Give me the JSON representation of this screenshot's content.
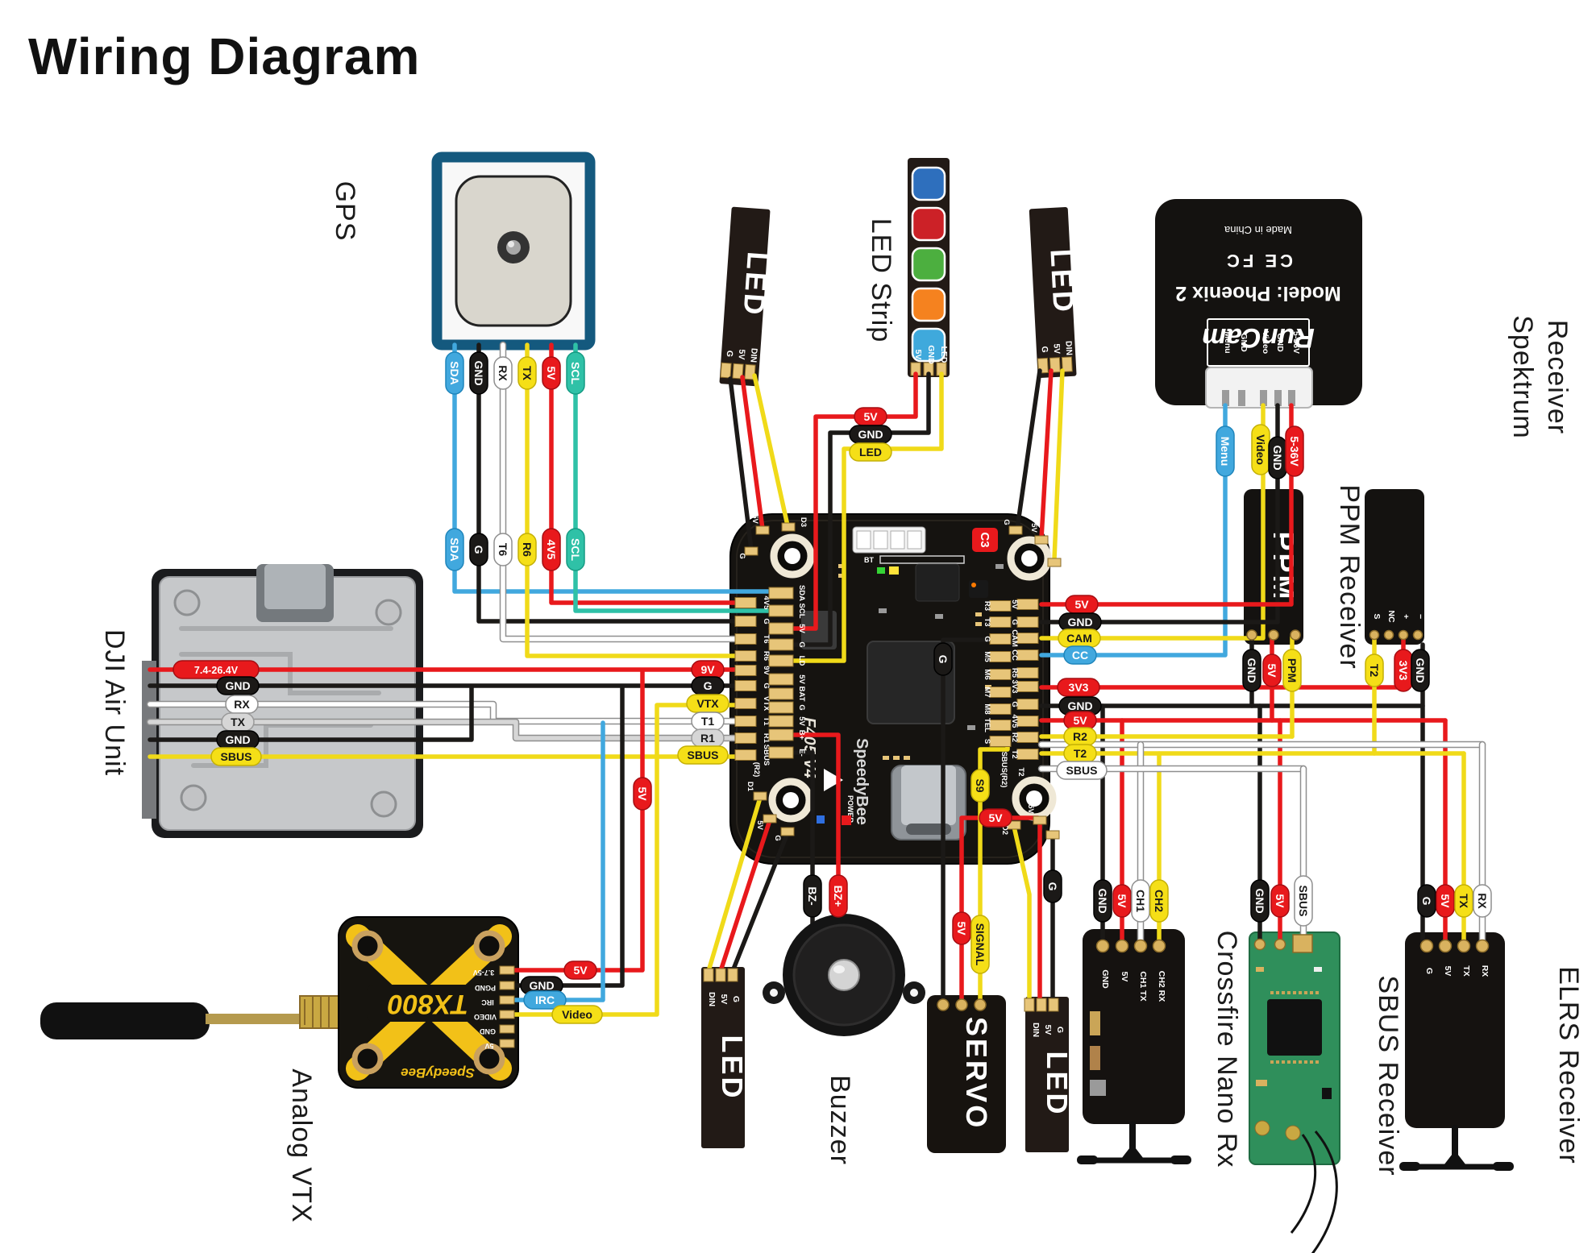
{
  "title": "Wiring Diagram",
  "colors": {
    "red": "#e8191c",
    "black": "#1b1917",
    "yellow": "#f5df17",
    "white": "#ffffff",
    "gray": "#d6d6d6",
    "blue": "#41a8de",
    "teal": "#2fc1a7",
    "board": "#151310",
    "pad_gold": "#e7c579"
  },
  "components": {
    "gps": {
      "label": "GPS",
      "wire_pins": [
        "SDA",
        "GND",
        "RX",
        "TX",
        "5V",
        "SCL"
      ],
      "wire_mid": [
        "SDA",
        "G",
        "T6",
        "R6",
        "4V5",
        "SCL"
      ]
    },
    "led_tl": {
      "label": "LED",
      "pins": [
        "G",
        "5V",
        "DIN"
      ]
    },
    "led_strip": {
      "label": "LED Strip",
      "pins": [
        "5V",
        "GND",
        "LED"
      ],
      "wire": [
        "5V",
        "GND",
        "LED"
      ],
      "colors": [
        "#2e6fbd",
        "#cc2127",
        "#4caf3f",
        "#f5821f",
        "#3fa9dc"
      ]
    },
    "led_tr": {
      "label": "LED",
      "pins": [
        "G",
        "5V",
        "DIN"
      ]
    },
    "camera": {
      "brand": "RunCam",
      "model": "Model: Phoenix 2",
      "cert": "CE FC",
      "origin": "Made in China",
      "pins": [
        "Menu",
        "GND",
        "Video",
        "GND",
        "5-36V"
      ],
      "wire": [
        "Menu",
        "Video",
        "GND",
        "5-36V"
      ]
    },
    "spektrum": {
      "label_1": "Spektrum",
      "label_2": "Receiver",
      "pins": [
        "S",
        "NC",
        "+",
        "−"
      ],
      "wire": [
        "T2",
        "3V3",
        "GND"
      ]
    },
    "ppm": {
      "label": "PPM Receiver",
      "name": "PPM",
      "wire": [
        "GND",
        "5V",
        "PPM"
      ]
    },
    "dji": {
      "label": "DJI Air Unit",
      "wire": [
        "7.4-26.4V",
        "GND",
        "RX",
        "TX",
        "GND",
        "SBUS"
      ]
    },
    "vtx": {
      "label": "Analog VTX",
      "brand": "SpeedyBee",
      "model": "TX800",
      "pins": [
        "3.7-5V",
        "PGND",
        "IRC",
        "VIDEO",
        "GND",
        "5V"
      ],
      "wire": [
        "5V",
        "GND",
        "IRC",
        "Video"
      ],
      "riser": "5V"
    },
    "buzzer": {
      "label": "Buzzer",
      "wire": [
        "BZ-",
        "BZ+"
      ]
    },
    "led_bl": {
      "label": "LED",
      "pins": [
        "DIN",
        "5V",
        "G"
      ]
    },
    "servo": {
      "label": "SERVO",
      "wire": [
        "G",
        "5V",
        "SIGNAL"
      ],
      "s9": "S9"
    },
    "led_br": {
      "label": "LED",
      "pins": [
        "DIN",
        "5V",
        "G"
      ],
      "g_pill": "G"
    },
    "crossfire": {
      "label": "Crossfire Nano Rx",
      "pins": [
        "GND",
        "5V",
        "CH1 TX",
        "CH2 RX"
      ],
      "wire": [
        "GND",
        "5V",
        "CH1",
        "CH2"
      ]
    },
    "sbus_rx": {
      "label": "SBUS Receiver",
      "wire": [
        "GND",
        "5V",
        "SBUS"
      ]
    },
    "elrs": {
      "label": "ELRS Receiver",
      "pins": [
        "G",
        "5V",
        "TX",
        "RX"
      ],
      "wire": [
        "G",
        "5V",
        "TX",
        "RX"
      ]
    }
  },
  "fc": {
    "left_outer": [
      "4V5",
      "G",
      "T6",
      "R6",
      "9V",
      "G",
      "VTX",
      "T1",
      "R1",
      "SBUS",
      "(R2)"
    ],
    "left_inner": [
      "SDA",
      "SCL",
      "5V",
      "G",
      "LD",
      "5V",
      "BAT",
      "G",
      "5V",
      "B+",
      "E-"
    ],
    "right_outer": [
      "5V",
      "G",
      "CAM",
      "CC",
      "R5",
      "3V3",
      "G",
      "4V5",
      "R2",
      "T2"
    ],
    "right_inner": [
      "R3",
      "T3",
      "G",
      "M5",
      "M6",
      "M7",
      "M8",
      "TEL",
      "S"
    ],
    "br_pads": [
      "SBUS(R2)",
      "T2"
    ],
    "corner_tl": [
      "G",
      "5V",
      "D3"
    ],
    "corner_tr": [
      "G",
      "5V",
      "D4"
    ],
    "corner_bl": [
      "D1",
      "5V",
      "G"
    ],
    "corner_br": [
      "D2",
      "5V",
      "G"
    ],
    "c3": "C3",
    "bt": "BT",
    "brand": "SpeedyBee",
    "power": "POWER",
    "model": "F405 V4",
    "wire_left": [
      "9V",
      "G",
      "VTX",
      "T1",
      "R1",
      "SBUS"
    ],
    "wire_right": [
      "5V",
      "GND",
      "CAM",
      "CC",
      "3V3",
      "GND",
      "5V",
      "R2",
      "T2",
      "SBUS"
    ],
    "top_wire": [
      "5V",
      "GND",
      "LED"
    ],
    "corner5v": "5V",
    "g_pill": "G"
  }
}
